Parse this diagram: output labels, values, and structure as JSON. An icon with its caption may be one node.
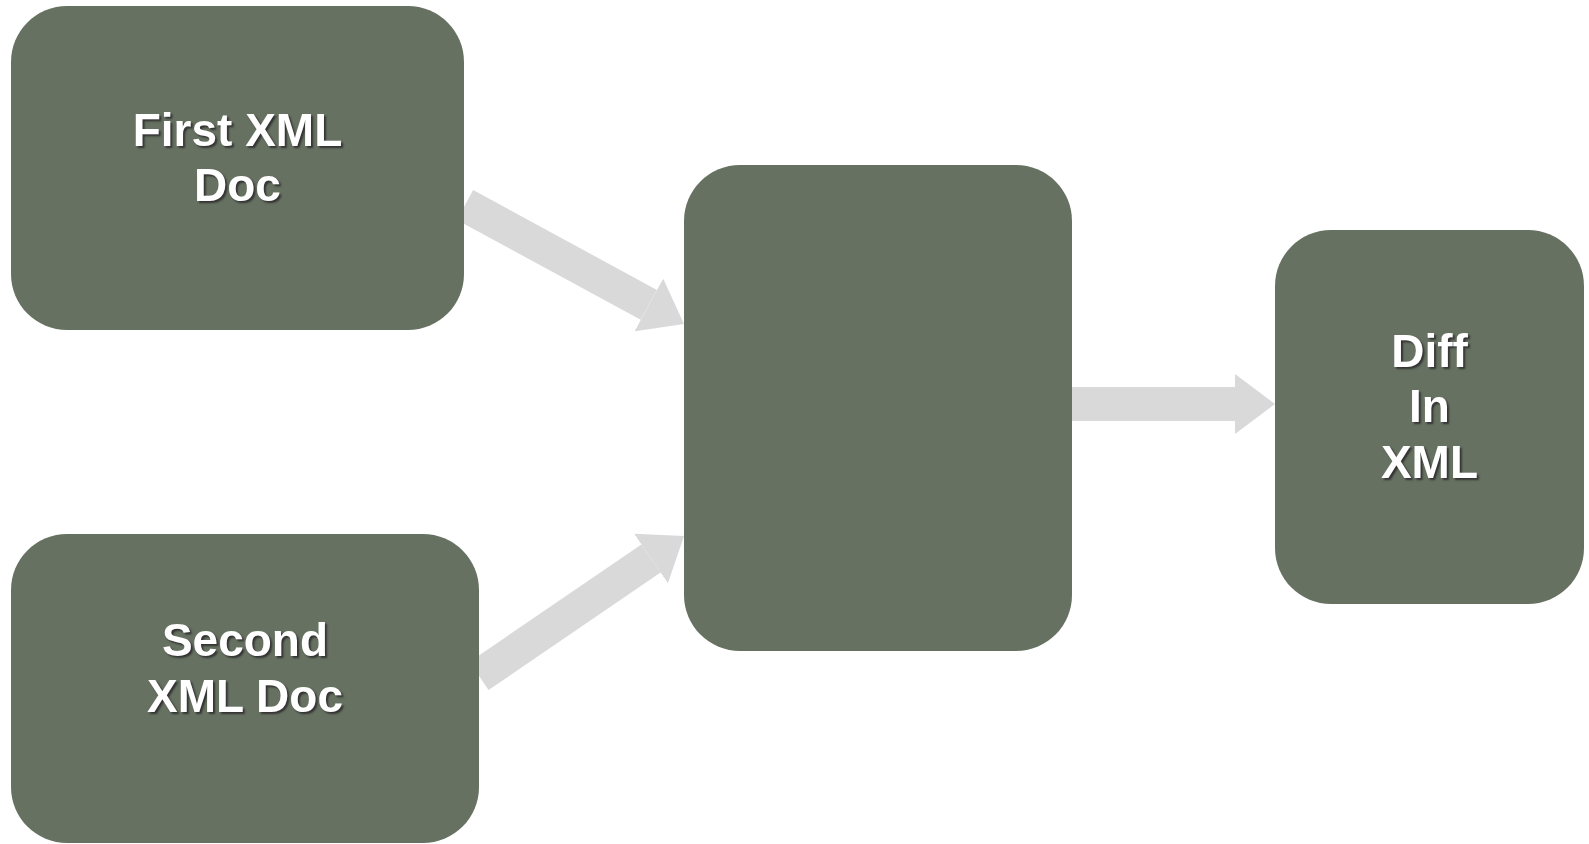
{
  "diagram": {
    "nodes": [
      {
        "text": [
          "First XML Doc"
        ]
      },
      {
        "text": [
          "Second XML Doc"
        ]
      },
      {
        "text": [],
        "shape": "box"
      },
      {
        "text": [
          "Diff In XML"
        ]
      }
    ],
    "edges": [
      {
        "from": 0,
        "to": 2,
        "arrow": "to"
      },
      {
        "from": 1,
        "to": 2,
        "arrow": "to"
      },
      {
        "from": 2,
        "to": 3,
        "arrow": "to"
      }
    ]
  }
}
